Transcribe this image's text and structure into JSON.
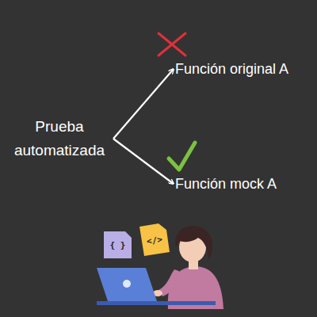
{
  "diagram": {
    "nodes": [
      {
        "text": [
          "Prueba automatizada"
        ]
      },
      {
        "text": [
          "Función original A"
        ]
      },
      {
        "text": [
          "Función mock A"
        ]
      }
    ],
    "edges": [
      {
        "from": 0,
        "to": 1,
        "arrow": "to"
      },
      {
        "from": 0,
        "to": 2,
        "arrow": "to"
      }
    ],
    "labels": [
      "{ }",
      "</>"
    ]
  }
}
